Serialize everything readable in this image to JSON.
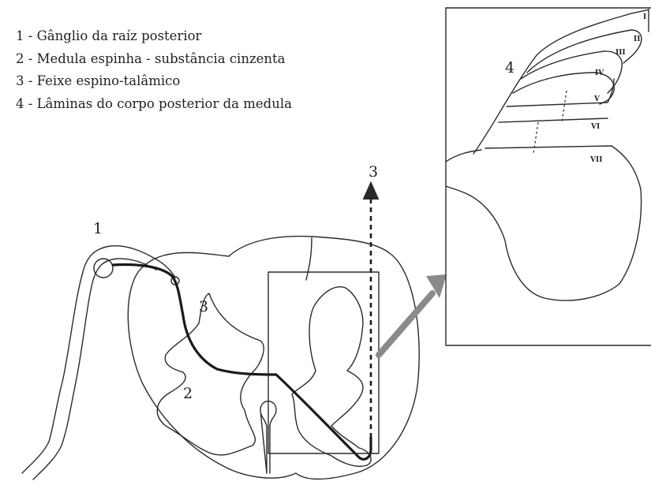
{
  "legend": [
    "1 - Gânglio da raíz posterior",
    "2 - Medula espinha - substância cinzenta",
    "3 - Feixe espino-talâmico",
    "4 - Lâminas do corpo posterior da medula"
  ],
  "labels": {
    "ganglion": "1",
    "gray_matter": "2",
    "tract_near": "3",
    "tract_arrow": "3",
    "laminae": "4"
  },
  "laminae": [
    "I",
    "II",
    "III",
    "IV",
    "V",
    "VI",
    "VII"
  ],
  "colors": {
    "line": "#2a2a2a",
    "zoom_arrow": "#8a8a8a"
  }
}
